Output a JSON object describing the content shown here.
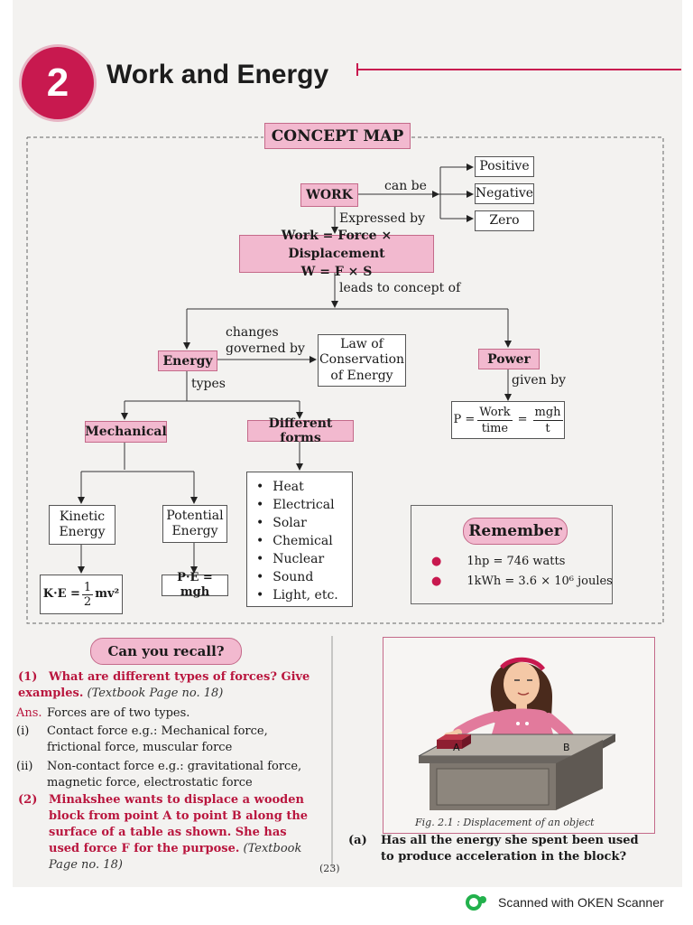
{
  "chapter": {
    "number": "2",
    "title": "Work and Energy"
  },
  "concept_map": {
    "heading": "CONCEPT MAP",
    "work": "WORK",
    "can_be": "can be",
    "positive": "Positive",
    "negative": "Negative",
    "zero": "Zero",
    "expressed_by": "Expressed by",
    "formula_line1": "Work = Force × Displacement",
    "formula_line2": "W = F × S",
    "leads_to": "leads to concept of",
    "changes_governed_by": [
      "changes",
      "governed by"
    ],
    "law": [
      "Law of",
      "Conservation",
      "of Energy"
    ],
    "energy": "Energy",
    "power": "Power",
    "given_by": "given by",
    "power_formula": {
      "p": "P =",
      "work": "Work",
      "time": "time",
      "eq": "=",
      "mgh": "mgh",
      "t": "t"
    },
    "types": "types",
    "mechanical": "Mechanical",
    "different_forms": "Different forms",
    "kinetic": [
      "Kinetic",
      "Energy"
    ],
    "potential": [
      "Potential",
      "Energy"
    ],
    "ke_formula": {
      "left": "K·E =",
      "num": "1",
      "den": "2",
      "right": "mv²"
    },
    "pe_formula": "P·E = mgh",
    "forms": [
      "Heat",
      "Electrical",
      "Solar",
      "Chemical",
      "Nuclear",
      "Sound",
      "Light, etc."
    ],
    "remember": {
      "title": "Remember",
      "items": [
        "1hp = 746 watts",
        "1kWh = 3.6 × 10⁶ joules"
      ]
    }
  },
  "recall": {
    "title": "Can you recall?",
    "q1": {
      "num": "(1)",
      "text": "What are different types of forces? Give examples.",
      "ref": "(Textbook Page no. 18)"
    },
    "ans_label": "Ans.",
    "ans_text": "Forces are of two types.",
    "i": {
      "num": "(i)",
      "text": "Contact force e.g.: Mechanical force, frictional force, muscular force"
    },
    "ii": {
      "num": "(ii)",
      "text": "Non-contact force e.g.: gravitational force, magnetic force, electrostatic force"
    },
    "q2": {
      "num": "(2)",
      "text": "Minakshee wants to displace a wooden block from point A to point B along the surface of a table as shown. She has used force F for the purpose.",
      "ref": "(Textbook Page no. 18)"
    }
  },
  "figure": {
    "caption": "Fig. 2.1 : Displacement of an object",
    "label_a": "A",
    "label_b": "B"
  },
  "question_a": {
    "num": "(a)",
    "text": "Has all the energy she spent been used to produce acceleration in the block?"
  },
  "page_number": "(23)",
  "footer": {
    "text": "Scanned with OKEN Scanner"
  }
}
